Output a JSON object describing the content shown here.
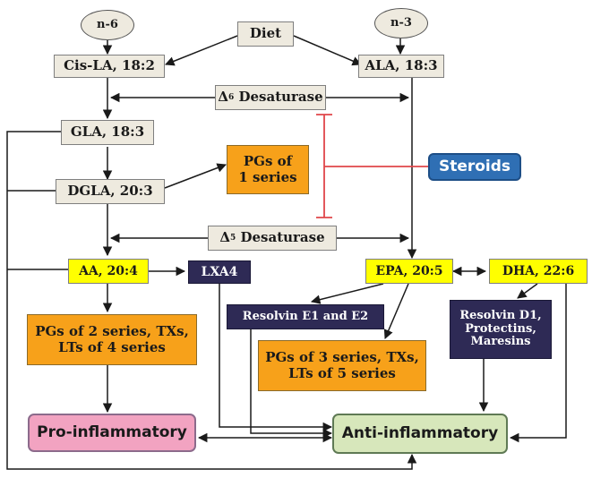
{
  "nodes": {
    "n6": "n-6",
    "n3": "n-3",
    "diet": "Diet",
    "cisla": "Cis-LA, 18:2",
    "ala": "ALA, 18:3",
    "d6_symbol": "Δ",
    "d6_sup": "6",
    "d6_text": " Desaturase",
    "gla": "GLA, 18:3",
    "dgla": "DGLA, 20:3",
    "pg1_line1": "PGs of",
    "pg1_line2": "1 series",
    "steroids": "Steroids",
    "d5_symbol": "Δ",
    "d5_sup": "5",
    "d5_text": " Desaturase",
    "aa": "AA, 20:4",
    "lxa4": "LXA4",
    "epa": "EPA, 20:5",
    "dha": "DHA, 22:6",
    "resolvin_e": "Resolvin E1 and E2",
    "resolvin_d_line1": "Resolvin D1,",
    "resolvin_d_line2": "Protectins,",
    "resolvin_d_line3": "Maresins",
    "pg2_line1": "PGs of 2 series, TXs,",
    "pg2_line2": "LTs of 4 series",
    "pg3_line1": "PGs of 3 series, TXs,",
    "pg3_line2": "LTs of 5 series",
    "pro": "Pro-inflammatory",
    "anti": "Anti-inflammatory"
  },
  "colors": {
    "beige": "#eeeadf",
    "yellow": "#ffff00",
    "orange": "#f7a11a",
    "navy": "#2e2a55",
    "steroids_blue": "#2f6fb4",
    "inhibition_red": "#e0464a",
    "pro_pink": "#f2a3c1",
    "anti_green": "#d7e7bb",
    "arrow": "#1a1a1a"
  }
}
